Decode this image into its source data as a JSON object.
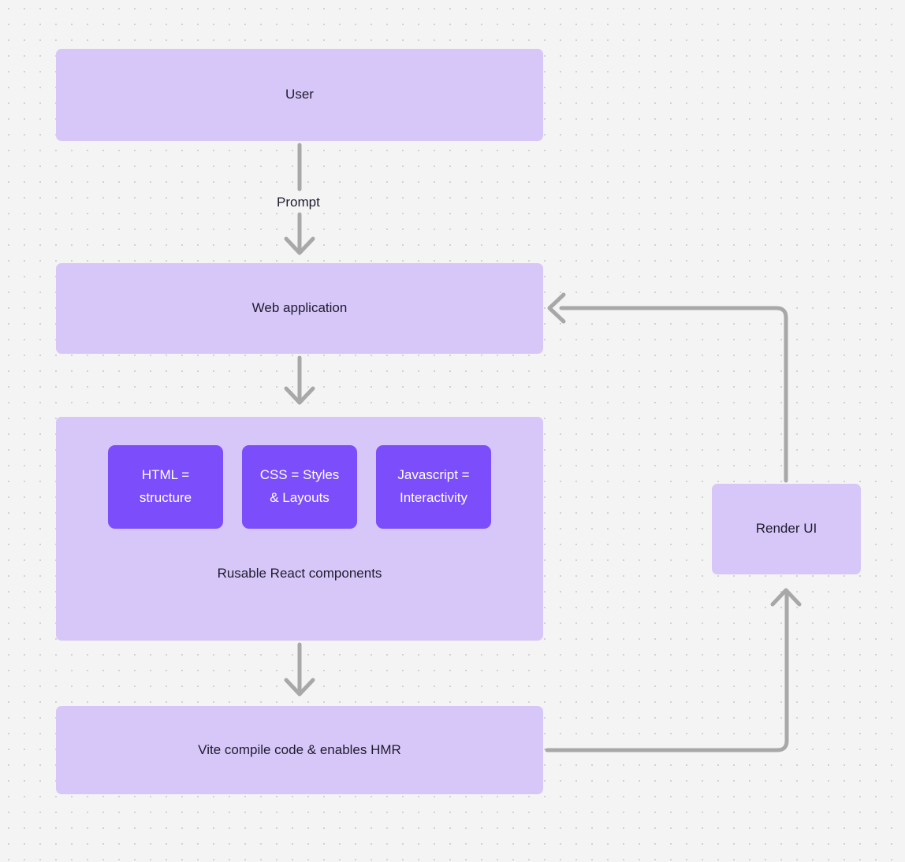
{
  "diagram": {
    "type": "flowchart",
    "background_color": "#f4f4f4",
    "grid": "dot-grid",
    "node_fill": "#d7c7f8",
    "chip_fill": "#7c4dfb",
    "edge_color": "#a8a8a8",
    "nodes": [
      {
        "id": "user",
        "label": "User"
      },
      {
        "id": "webapp",
        "label": "Web application"
      },
      {
        "id": "components",
        "caption": "Rusable React components"
      },
      {
        "id": "vite",
        "label": "Vite compile code & enables HMR"
      },
      {
        "id": "render",
        "label": "Render UI"
      }
    ],
    "chips": [
      {
        "id": "html",
        "label": "HTML =\nstructure",
        "line1": "HTML =",
        "line2": "structure"
      },
      {
        "id": "css",
        "label": "CSS = Styles\n& Layouts",
        "line1": "CSS = Styles",
        "line2": "& Layouts"
      },
      {
        "id": "javascript",
        "label": "Javascript =\nInteractivity",
        "line1": "Javascript =",
        "line2": "Interactivity"
      }
    ],
    "edges": [
      {
        "id": "user-to-webapp",
        "from": "user",
        "to": "webapp",
        "label": "Prompt",
        "direction": "down"
      },
      {
        "id": "webapp-to-components",
        "from": "webapp",
        "to": "components",
        "label": "",
        "direction": "down"
      },
      {
        "id": "components-to-vite",
        "from": "components",
        "to": "vite",
        "label": "",
        "direction": "down"
      },
      {
        "id": "vite-to-render",
        "from": "vite",
        "to": "render",
        "label": "",
        "direction": "right-up"
      },
      {
        "id": "render-to-webapp",
        "from": "render",
        "to": "webapp",
        "label": "",
        "direction": "up-left"
      }
    ]
  }
}
